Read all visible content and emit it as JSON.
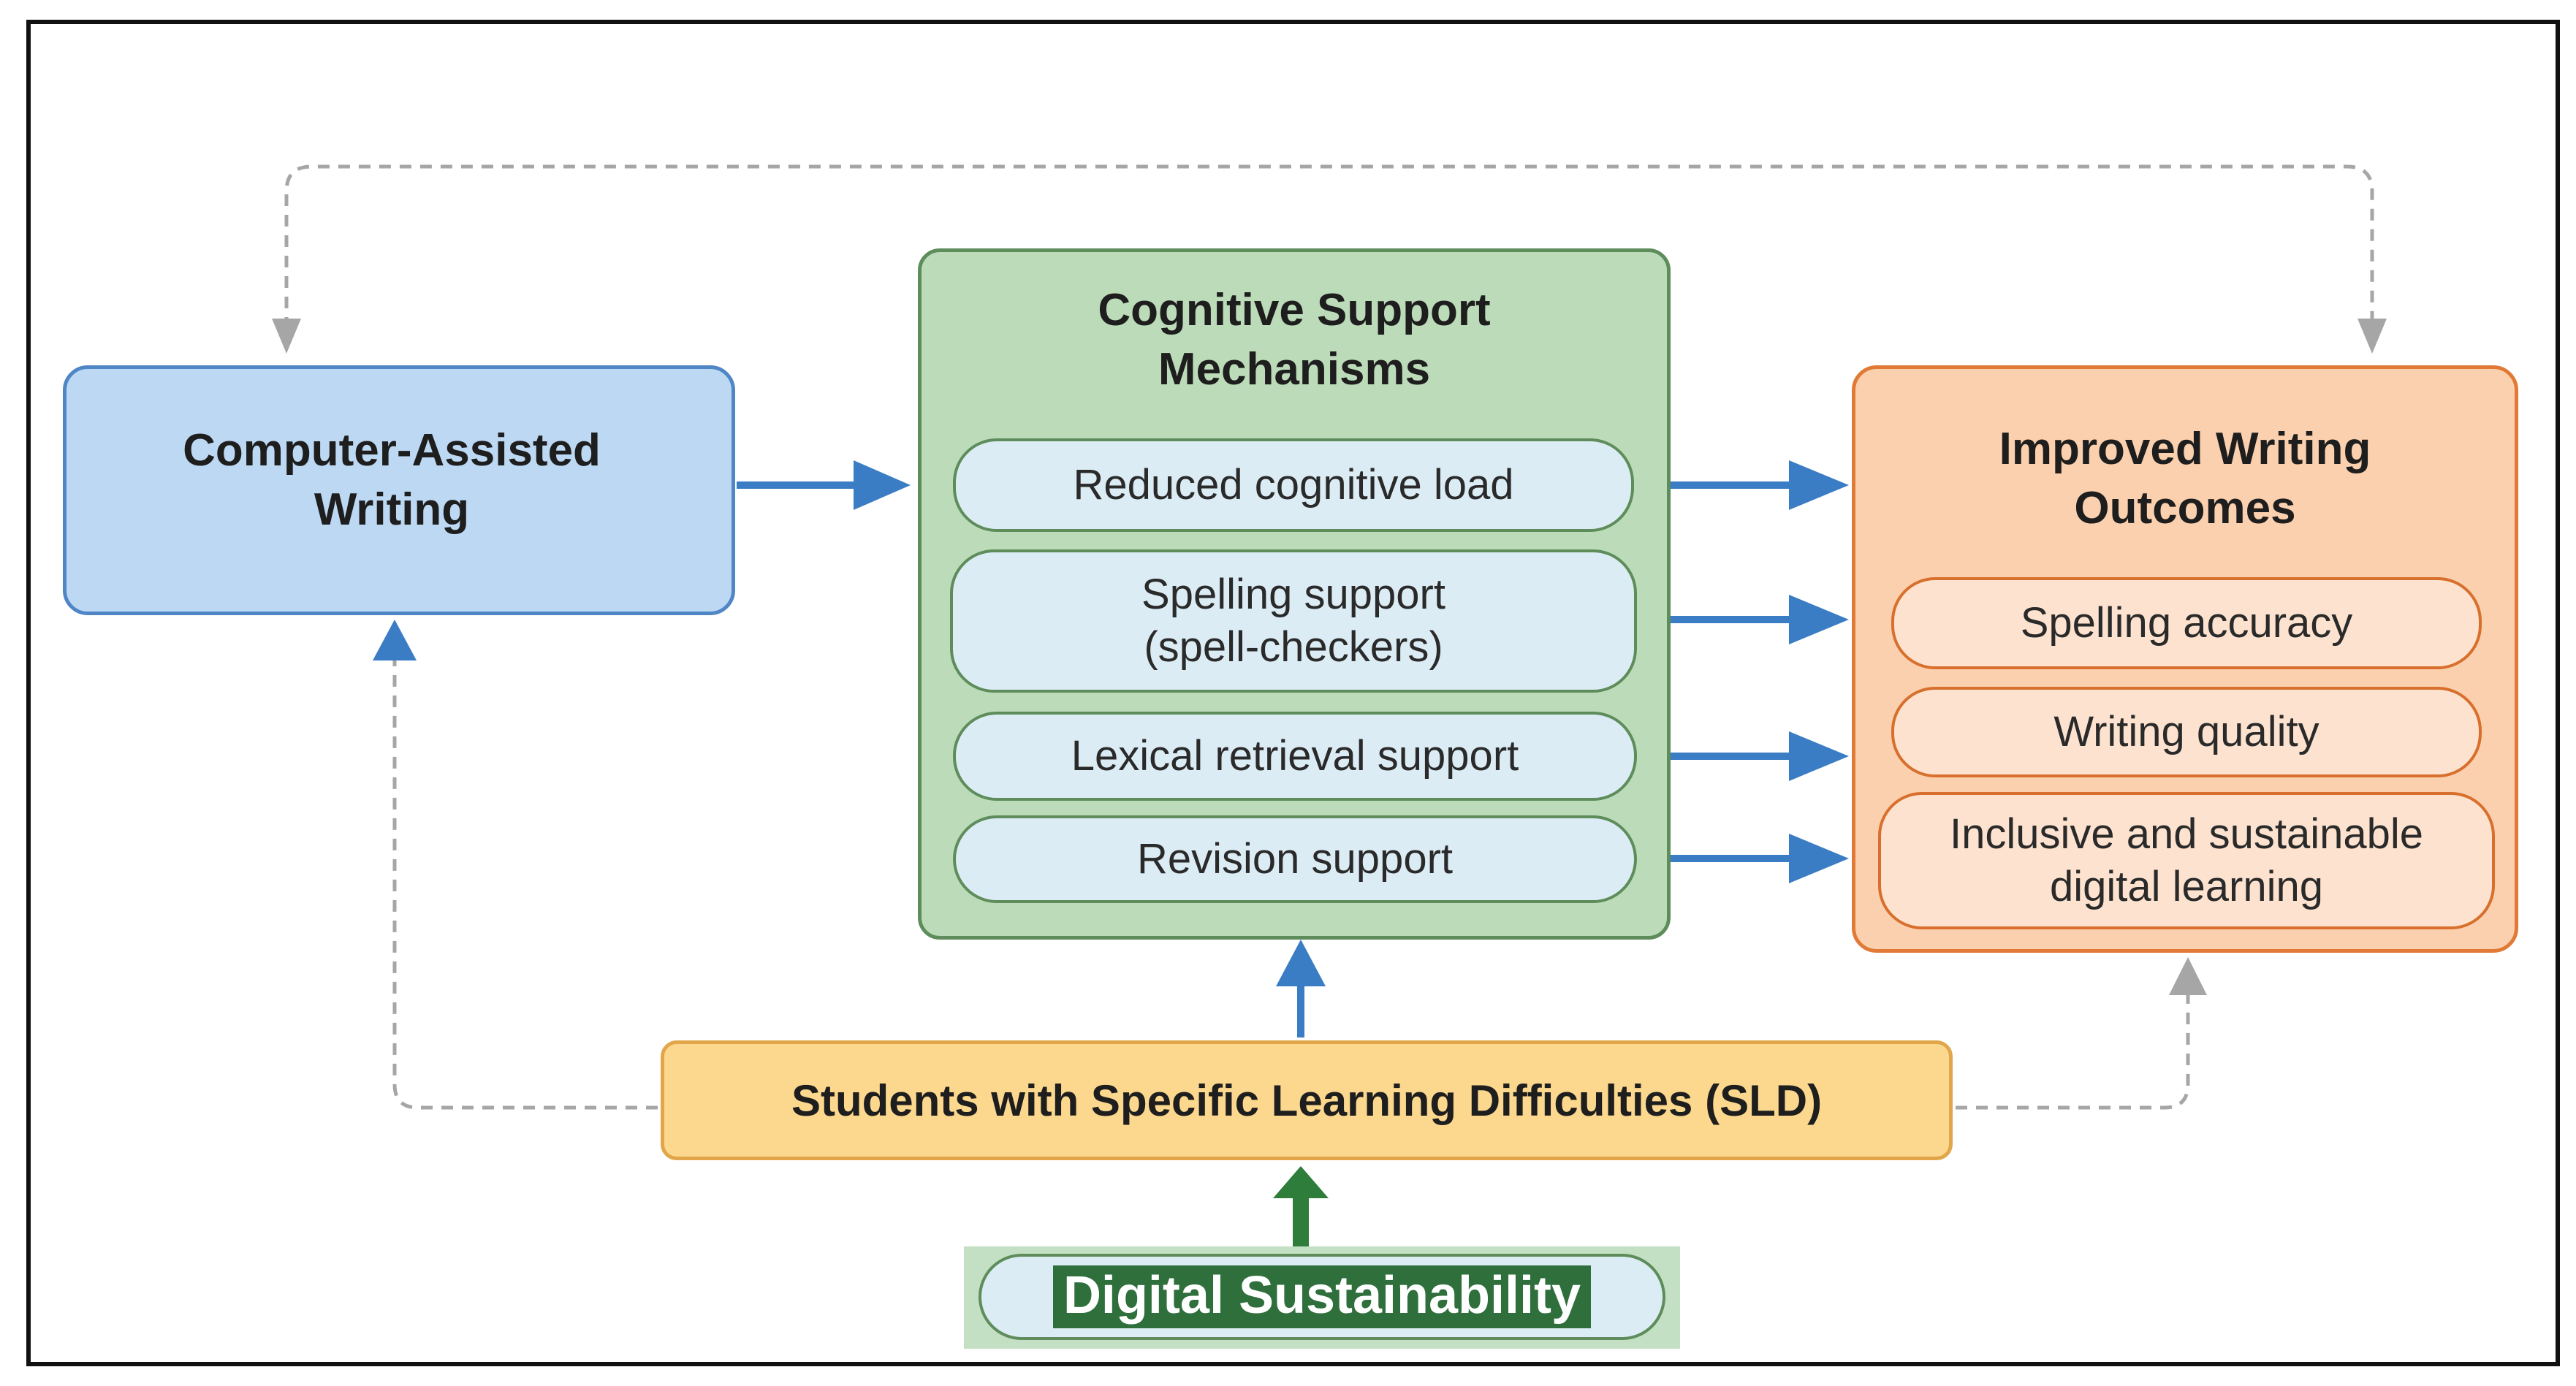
{
  "nodes": {
    "computer_assisted_writing": "Computer-Assisted\nWriting",
    "cognitive_support": {
      "title": "Cognitive Support\nMechanisms",
      "items": [
        "Reduced cognitive load",
        "Spelling support\n(spell-checkers)",
        "Lexical retrieval support",
        "Revision support"
      ]
    },
    "improved_outcomes": {
      "title": "Improved Writing\nOutcomes",
      "items": [
        "Spelling accuracy",
        "Writing quality",
        "Inclusive and sustainable\ndigital learning"
      ]
    },
    "students_sld": "Students with Specific Learning Difficulties (SLD)",
    "digital_sustainability": "Digital Sustainability"
  },
  "colors": {
    "solid_arrow": "#3b7dc4",
    "dashed_connector": "#a6a6a6",
    "green_arrow": "#2e7d3a",
    "cat_fill": "#bcd8f3",
    "csm_fill": "#bcdcb9",
    "iwo_fill": "#fbd0ae",
    "sld_fill": "#fbd88e"
  }
}
